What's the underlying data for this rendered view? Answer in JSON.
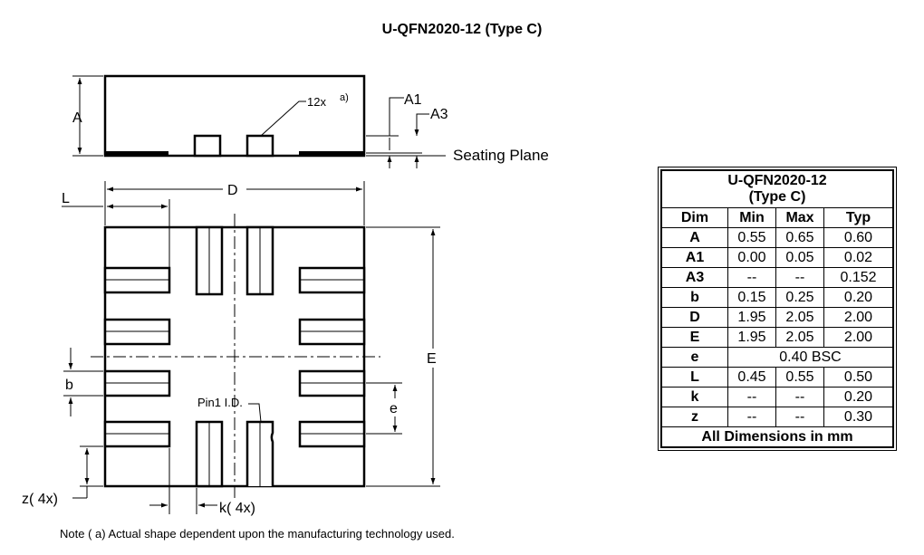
{
  "title": "U-QFN2020-12 (Type C)",
  "note": "Note (  a)  Actual shape dependent upon  the manufacturing technology used.",
  "drawing_labels": {
    "A": "A",
    "A1": "A1",
    "A3": "A3",
    "seating_plane": "Seating Plane",
    "pad_callout": "12x",
    "pad_callout_note": "a)",
    "D": "D",
    "E": "E",
    "L": "L",
    "b": "b",
    "e": "e",
    "pin1": "Pin1 I.D.",
    "z": "z(  4x)",
    "k": "k(  4x)"
  },
  "table": {
    "title_line1": "U-QFN2020-12",
    "title_line2": "(Type C)",
    "headers": [
      "Dim",
      "Min",
      "Max",
      "Typ"
    ],
    "rows": [
      {
        "dim": "A",
        "min": "0.55",
        "max": "0.65",
        "typ": "0.60"
      },
      {
        "dim": "A1",
        "min": "0.00",
        "max": "0.05",
        "typ": "0.02"
      },
      {
        "dim": "A3",
        "min": "--",
        "max": "--",
        "typ": "0.152"
      },
      {
        "dim": "b",
        "min": "0.15",
        "max": "0.25",
        "typ": "0.20"
      },
      {
        "dim": "D",
        "min": "1.95",
        "max": "2.05",
        "typ": "2.00"
      },
      {
        "dim": "E",
        "min": "1.95",
        "max": "2.05",
        "typ": "2.00"
      },
      {
        "dim": "e",
        "span": "0.40 BSC"
      },
      {
        "dim": "L",
        "min": "0.45",
        "max": "0.55",
        "typ": "0.50"
      },
      {
        "dim": "k",
        "min": "--",
        "max": "--",
        "typ": "0.20"
      },
      {
        "dim": "z",
        "min": "--",
        "max": "--",
        "typ": "0.30"
      }
    ],
    "footer": "All Dimensions in mm"
  }
}
